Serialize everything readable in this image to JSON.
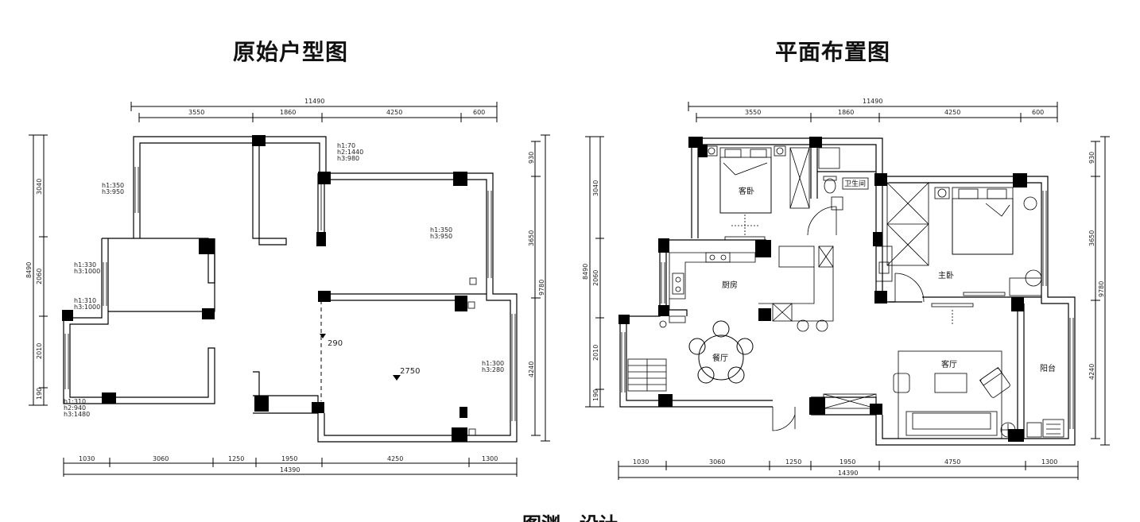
{
  "titles": {
    "left": "原始户型图",
    "right": "平面布置图"
  },
  "caption": "图渊一设计",
  "left_plan": {
    "top_total": "11490",
    "top_segments": [
      "3550",
      "1860",
      "4250",
      "600"
    ],
    "bottom_segments": [
      "1030",
      "3060",
      "1250",
      "1950",
      "4250",
      "1300"
    ],
    "bottom_total": "14390",
    "left_total": "8490",
    "left_segments": [
      "3040",
      "2060",
      "2010",
      "190"
    ],
    "right_segments": [
      "930",
      "3650",
      "4240"
    ],
    "right_total": "9780",
    "notes": {
      "top_mid": [
        "h1:70",
        "h2:1440",
        "h3:980"
      ],
      "left_room": [
        "h1:350",
        "h3:950"
      ],
      "left_small1": [
        "h1:330",
        "h3:1000"
      ],
      "left_small2": [
        "h1:310",
        "h3:1000"
      ],
      "left_bottom": [
        "h1:310",
        "h2:940",
        "h3:1480"
      ],
      "right_top": [
        "h1:350",
        "h3:950"
      ],
      "right_bottom": [
        "h1:300",
        "h3:280"
      ]
    },
    "level_mark": "290",
    "ceiling_mark": "2750"
  },
  "right_plan": {
    "top_total": "11490",
    "top_segments": [
      "3550",
      "1860",
      "4250",
      "600"
    ],
    "bottom_segments": [
      "1030",
      "3060",
      "1250",
      "1950",
      "4750",
      "1300"
    ],
    "bottom_total": "14390",
    "left_total": "8490",
    "left_segments": [
      "3040",
      "2060",
      "2010",
      "190"
    ],
    "right_segments": [
      "930",
      "3650",
      "4240"
    ],
    "right_total": "9780",
    "rooms": {
      "guest_bedroom": "客卧",
      "bathroom": "卫生间",
      "master_bedroom": "主卧",
      "kitchen": "厨房",
      "dining": "餐厅",
      "living": "客厅",
      "balcony": "阳台"
    }
  }
}
